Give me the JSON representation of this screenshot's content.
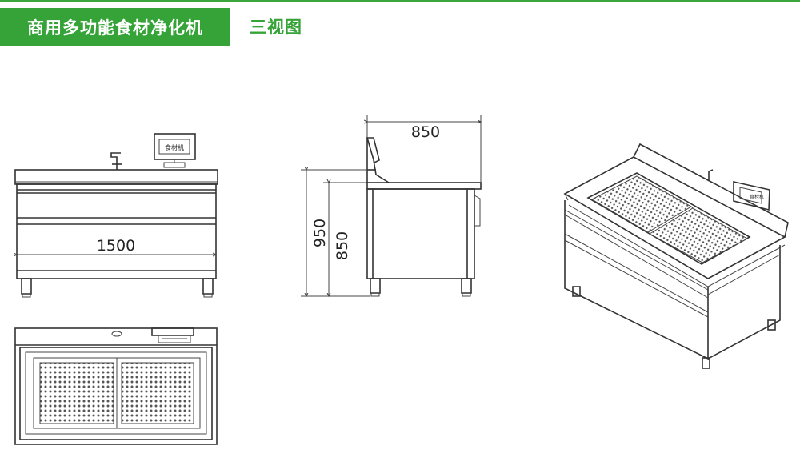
{
  "header": {
    "title": "商用多功能食材净化机",
    "subtitle": "三视图"
  },
  "dimensions": {
    "front_width": "1500",
    "side_depth": "850",
    "total_height": "950",
    "body_height": "850"
  },
  "panel_label": "食材机",
  "colors": {
    "accent": "#36a338",
    "line": "#333333"
  }
}
